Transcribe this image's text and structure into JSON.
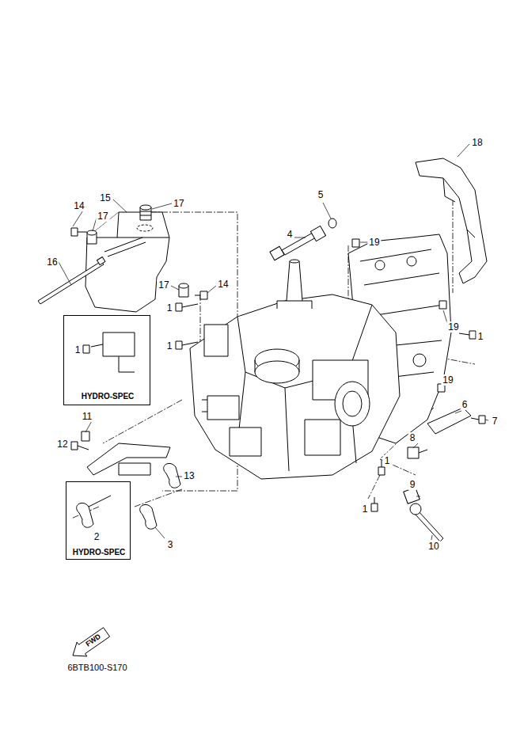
{
  "diagram": {
    "nodes": [
      {
        "text": [
          "1",
          "HYDRO-SPEC"
        ]
      },
      {
        "text": [
          "2",
          "HYDRO-SPEC"
        ]
      },
      {
        "text": [
          "FWD"
        ]
      }
    ],
    "labels": [
      "18",
      "15",
      "17",
      "14",
      "17",
      "5",
      "4",
      "19",
      "16",
      "17",
      "14",
      "19",
      "1",
      "1",
      "1",
      "19",
      "6",
      "7",
      "11",
      "12",
      "8",
      "13",
      "1",
      "1",
      "9",
      "10",
      "3",
      "6BTB100-S170"
    ]
  }
}
